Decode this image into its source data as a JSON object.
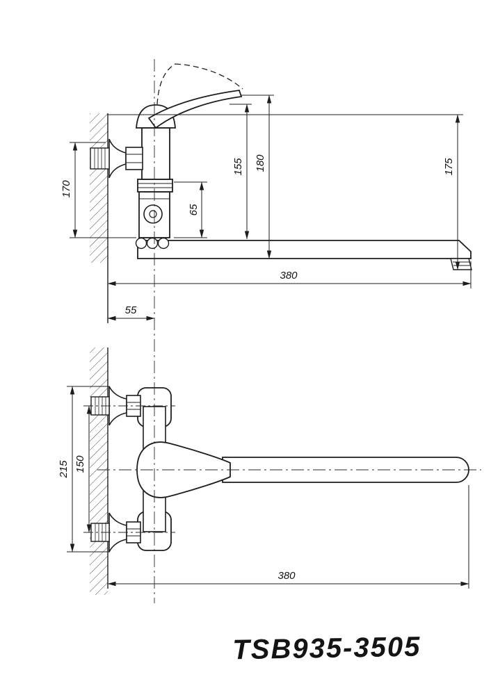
{
  "drawing": {
    "model": "TSB935-3505",
    "type": "technical-drawing",
    "line_color": "#1d1d1d"
  },
  "dimensions": {
    "side_view": {
      "wall_inlet_height": "170",
      "diverter_length": "65",
      "handle_to_spout_top": "155",
      "handle_to_spout_bottom": "180",
      "spout_end_height": "175",
      "spout_reach": "380",
      "wall_to_axis": "55"
    },
    "plan_view": {
      "overall_width": "215",
      "inlet_spacing": "150",
      "spout_reach": "380"
    }
  }
}
